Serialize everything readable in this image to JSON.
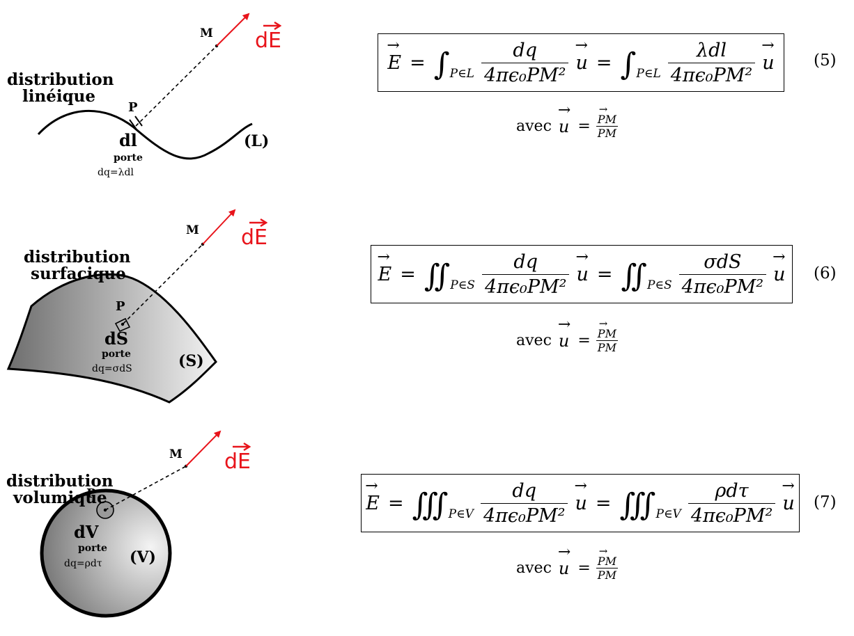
{
  "panels": [
    {
      "id": "lineique",
      "title_line1": "distribution",
      "title_line2": "linéique",
      "point_P": "P",
      "point_M": "M",
      "element": "dl",
      "porte": "porte",
      "charge": "dq=λdl",
      "region": "(L)",
      "field": "dE",
      "equation": {
        "integral": "∫",
        "domain": "P∈L",
        "density_num": "λdl",
        "eq_number": "(5)"
      }
    },
    {
      "id": "surfacique",
      "title_line1": "distribution",
      "title_line2": "surfacique",
      "point_P": "P",
      "point_M": "M",
      "element": "dS",
      "porte": "porte",
      "charge": "dq=σdS",
      "region": "(S)",
      "field": "dE",
      "equation": {
        "integral": "∬",
        "domain": "P∈S",
        "density_num": "σdS",
        "eq_number": "(6)"
      }
    },
    {
      "id": "volumique",
      "title_line1": "distribution",
      "title_line2": "volumique",
      "point_P": "P",
      "point_M": "M",
      "element": "dV",
      "porte": "porte",
      "charge": "dq=ρdτ",
      "region": "(V)",
      "field": "dE",
      "equation": {
        "integral": "∭",
        "domain": "P∈V",
        "density_num": "ρdτ",
        "eq_number": "(7)"
      }
    }
  ],
  "common": {
    "E": "E",
    "u": "u",
    "dq": "dq",
    "denominator": "4πϵ₀PM²",
    "equals": "=",
    "avec": "avec",
    "PM_num": "PM",
    "PM_den": "PM"
  },
  "colors": {
    "field_arrow": "#e8141b",
    "shade_dark": "#6e6e6e",
    "shade_light": "#f2f2f2"
  }
}
